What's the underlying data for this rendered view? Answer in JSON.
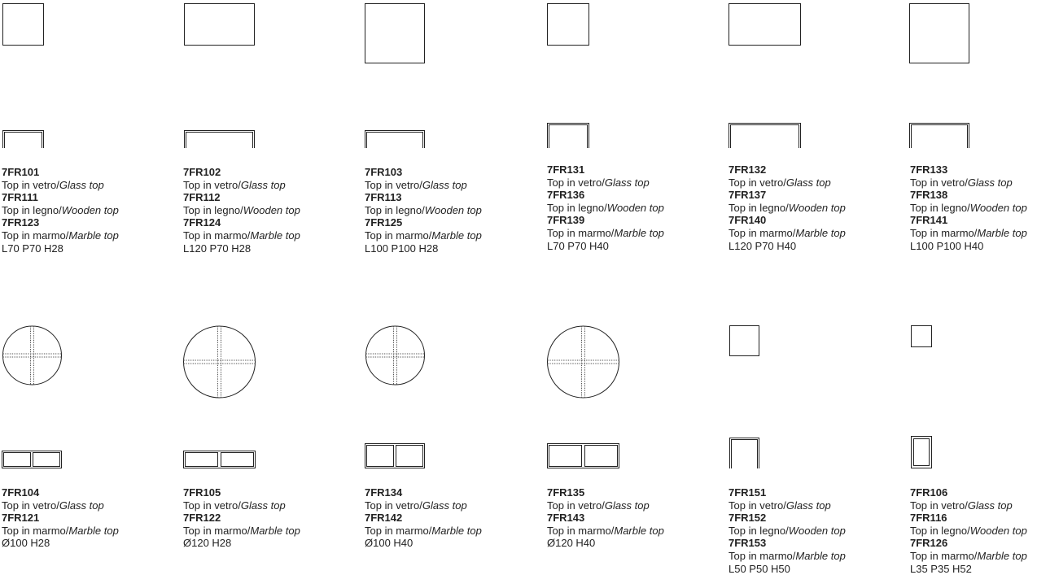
{
  "items": [
    {
      "shape": "square",
      "side": "rect",
      "lines": [
        {
          "code": "7FR101",
          "it": "Top in vetro/",
          "en": "Glass top"
        },
        {
          "code": "7FR111",
          "it": "Top in legno/",
          "en": "Wooden top"
        },
        {
          "code": "7FR123",
          "it": "Top in marmo/",
          "en": "Marble top"
        }
      ],
      "dims": "L70 P70 H28"
    },
    {
      "shape": "rect",
      "side": "rect",
      "lines": [
        {
          "code": "7FR102",
          "it": "Top in vetro/",
          "en": "Glass top"
        },
        {
          "code": "7FR112",
          "it": "Top in legno/",
          "en": "Wooden top"
        },
        {
          "code": "7FR124",
          "it": "Top in marmo/",
          "en": "Marble top"
        }
      ],
      "dims": "L120 P70 H28"
    },
    {
      "shape": "square",
      "side": "rect",
      "lines": [
        {
          "code": "7FR103",
          "it": "Top in vetro/",
          "en": "Glass top"
        },
        {
          "code": "7FR113",
          "it": "Top in legno/",
          "en": "Wooden top"
        },
        {
          "code": "7FR125",
          "it": "Top in marmo/",
          "en": "Marble top"
        }
      ],
      "dims": "L100 P100 H28"
    },
    {
      "shape": "square",
      "side": "rect",
      "lines": [
        {
          "code": "7FR131",
          "it": "Top in vetro/",
          "en": "Glass top"
        },
        {
          "code": "7FR136",
          "it": "Top in legno/",
          "en": "Wooden top"
        },
        {
          "code": "7FR139",
          "it": "Top in marmo/",
          "en": "Marble top"
        }
      ],
      "dims": "L70 P70 H40"
    },
    {
      "shape": "rect",
      "side": "rect",
      "lines": [
        {
          "code": "7FR132",
          "it": "Top in vetro/",
          "en": "Glass top"
        },
        {
          "code": "7FR137",
          "it": "Top in legno/",
          "en": "Wooden top"
        },
        {
          "code": "7FR140",
          "it": "Top in marmo/",
          "en": "Marble top"
        }
      ],
      "dims": "L120 P70 H40"
    },
    {
      "shape": "square",
      "side": "rect",
      "lines": [
        {
          "code": "7FR133",
          "it": "Top in vetro/",
          "en": "Glass top"
        },
        {
          "code": "7FR138",
          "it": "Top in legno/",
          "en": "Wooden top"
        },
        {
          "code": "7FR141",
          "it": "Top in marmo/",
          "en": "Marble top"
        }
      ],
      "dims": "L100 P100 H40"
    },
    {
      "shape": "circle",
      "side": "round",
      "lines": [
        {
          "code": "7FR104",
          "it": "Top in vetro/",
          "en": "Glass top"
        },
        {
          "code": "7FR121",
          "it": "Top in marmo/",
          "en": "Marble top"
        }
      ],
      "dims": "Ø100 H28"
    },
    {
      "shape": "circle",
      "side": "round",
      "lines": [
        {
          "code": "7FR105",
          "it": "Top in vetro/",
          "en": "Glass top"
        },
        {
          "code": "7FR122",
          "it": "Top in marmo/",
          "en": "Marble top"
        }
      ],
      "dims": "Ø120 H28"
    },
    {
      "shape": "circle",
      "side": "round",
      "lines": [
        {
          "code": "7FR134",
          "it": "Top in vetro/",
          "en": "Glass top"
        },
        {
          "code": "7FR142",
          "it": "Top in marmo/",
          "en": "Marble top"
        }
      ],
      "dims": "Ø100 H40"
    },
    {
      "shape": "circle",
      "side": "round",
      "lines": [
        {
          "code": "7FR135",
          "it": "Top in vetro/",
          "en": "Glass top"
        },
        {
          "code": "7FR143",
          "it": "Top in marmo/",
          "en": "Marble top"
        }
      ],
      "dims": "Ø120 H40"
    },
    {
      "shape": "square",
      "side": "rect",
      "lines": [
        {
          "code": "7FR151",
          "it": "Top in vetro/",
          "en": "Glass top"
        },
        {
          "code": "7FR152",
          "it": "Top in legno/",
          "en": "Wooden top"
        },
        {
          "code": "7FR153",
          "it": "Top in marmo/",
          "en": "Marble top"
        }
      ],
      "dims": "L50 P50 H50"
    },
    {
      "shape": "square",
      "side": "rect",
      "lines": [
        {
          "code": "7FR106",
          "it": "Top in vetro/",
          "en": "Glass top"
        },
        {
          "code": "7FR116",
          "it": "Top in legno/",
          "en": "Wooden top"
        },
        {
          "code": "7FR126",
          "it": "Top in marmo/",
          "en": "Marble top"
        }
      ],
      "dims": "L35 P35 H52"
    }
  ]
}
